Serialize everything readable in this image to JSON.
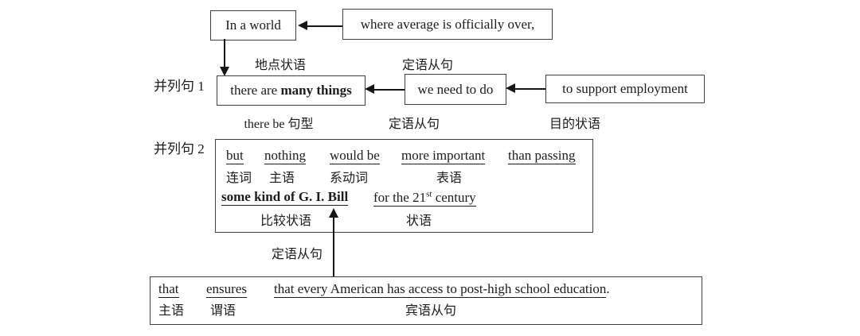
{
  "palette": {
    "text": "#1c1c1c",
    "border": "#3f3f3f",
    "arrow": "#161616",
    "background": "#ffffff"
  },
  "top_row": {
    "in_a_world": "In a world",
    "where_clause": "where average is officially over,",
    "label_location_adverbial": "地点状语",
    "label_attributive_clause": "定语从句"
  },
  "clause1": {
    "side_label": "并列句 1",
    "there_are_prefix": "there are ",
    "there_are_bold": "many things",
    "we_need": "we need to do",
    "to_support": "to support employment",
    "label_there_be": "there be 句型",
    "label_attributive_clause": "定语从句",
    "label_purpose_adverbial": "目的状语"
  },
  "clause2": {
    "side_label": "并列句 2",
    "row1_words": [
      "but",
      "nothing",
      "would be",
      "more important",
      "than passing"
    ],
    "row1_labels": [
      "连词",
      "主语",
      "系动词",
      "表语"
    ],
    "row2_bold": "some kind of G. I. Bill",
    "row2_part1": "for the 21",
    "row2_sup": "st",
    "row2_part2": " century",
    "row2_labels": [
      "比较状语",
      "状语"
    ],
    "arrow_label": "定语从句"
  },
  "that_clause": {
    "words": [
      "that",
      "ensures",
      "that every American has access to post-high school education"
    ],
    "period": ".",
    "labels": [
      "主语",
      "谓语",
      "宾语从句"
    ]
  }
}
